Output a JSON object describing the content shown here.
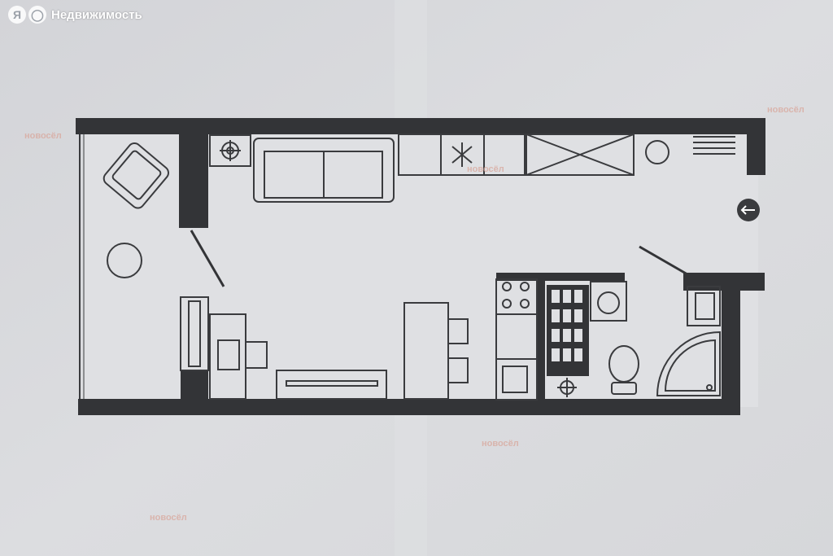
{
  "header": {
    "logo_letter": "Я",
    "brand_name": "Недвижимость"
  },
  "watermarks": [
    {
      "text": "новосёл"
    },
    {
      "text": "новосёл"
    },
    {
      "text": "новосёл"
    },
    {
      "text": "новосёл"
    },
    {
      "text": "новосёл"
    }
  ],
  "colors": {
    "paper": "#d9dadd",
    "wall": "#333437",
    "fixture_stroke": "#3a3b3e",
    "watermark": "#d9a79c",
    "brand_text": "#ffffff"
  },
  "icons": {
    "entrance": "entrance-arrow-icon",
    "brand_logo": "yandex-logo-icon"
  }
}
